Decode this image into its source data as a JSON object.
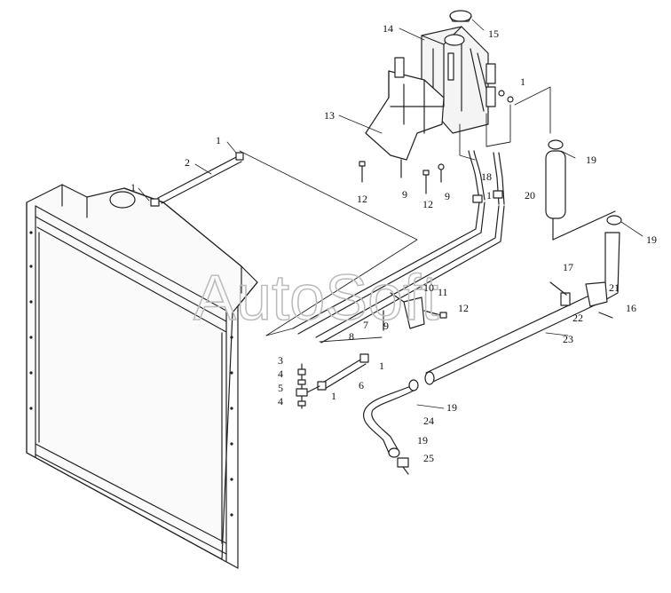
{
  "watermark": "AutoSoft",
  "callouts": {
    "c1_top": "1",
    "c2": "2",
    "c1_left": "1",
    "c13": "13",
    "c14": "14",
    "c15": "15",
    "c1_tank": "1",
    "c19_a": "19",
    "c20": "20",
    "c19_b": "19",
    "c18": "18",
    "c1_mid": "1",
    "c12_a": "12",
    "c9_a": "9",
    "c12_b": "12",
    "c9_b": "9",
    "c17": "17",
    "c21": "21",
    "c16": "16",
    "c22": "22",
    "c23": "23",
    "c10": "10",
    "c11": "11",
    "c12_c": "12",
    "c9_c": "9",
    "c7": "7",
    "c8": "8",
    "c3": "3",
    "c4_a": "4",
    "c5": "5",
    "c4_b": "4",
    "c1_low": "1",
    "c6": "6",
    "c1_low2": "1",
    "c19_c": "19",
    "c24": "24",
    "c19_d": "19",
    "c25": "25"
  }
}
